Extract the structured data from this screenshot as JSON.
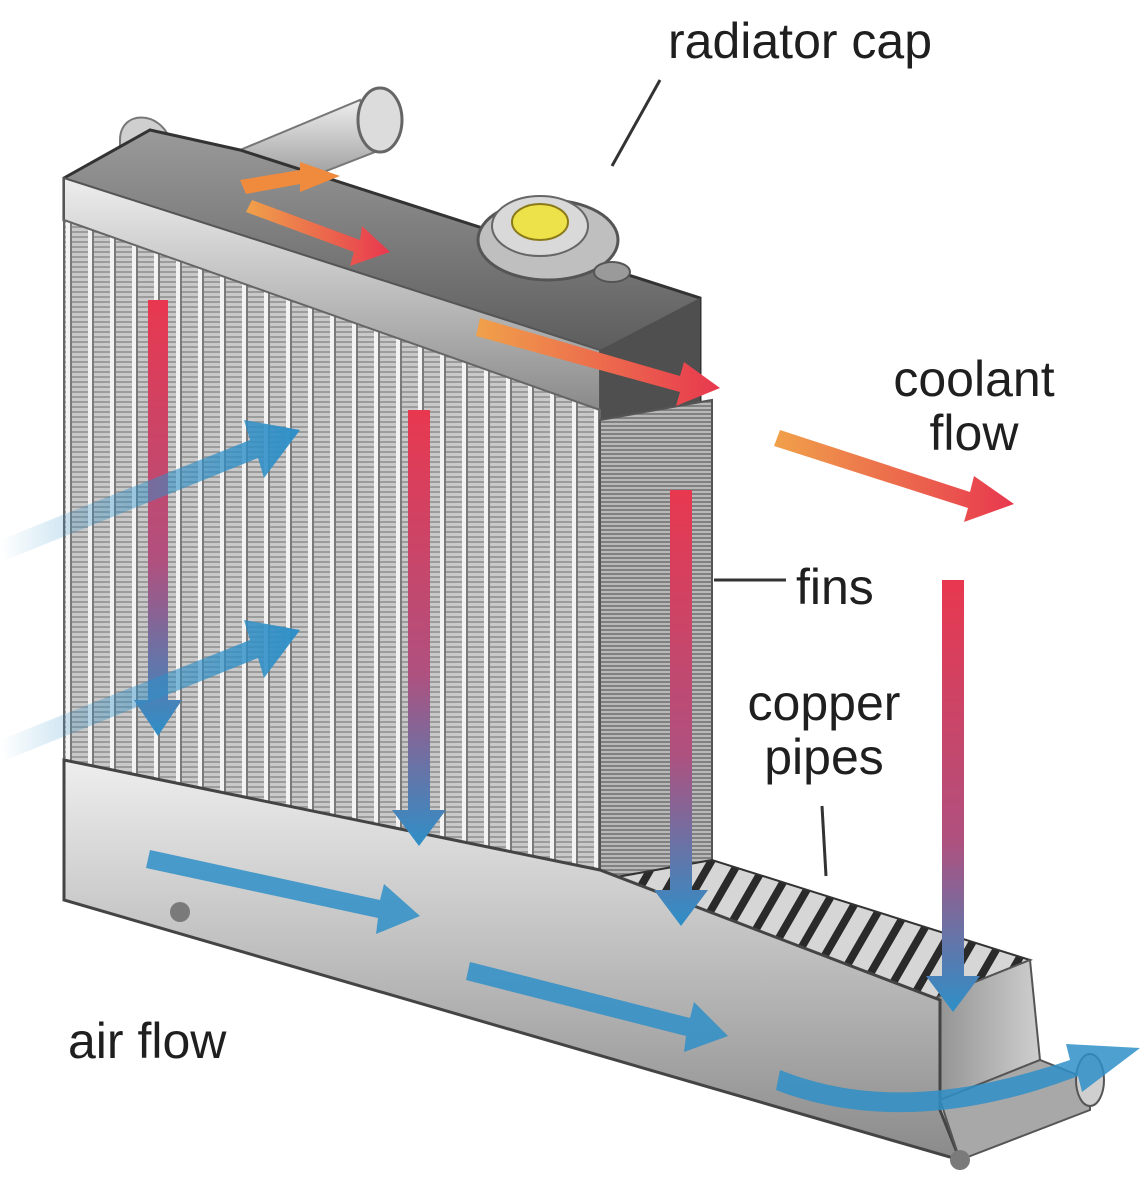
{
  "labels": {
    "radiator_cap": "radiator cap",
    "coolant_flow_line1": "coolant",
    "coolant_flow_line2": "flow",
    "fins": "fins",
    "copper_pipes_line1": "copper",
    "copper_pipes_line2": "pipes",
    "air_flow": "air flow"
  },
  "colors": {
    "hot_coolant": "#e8384f",
    "warm_arrow": "#f08a3c",
    "air_arrow": "#2e8fc7",
    "metal_light": "#d9d9d9",
    "metal_dark": "#5c5c5c",
    "label_text": "#1f1f1f"
  }
}
